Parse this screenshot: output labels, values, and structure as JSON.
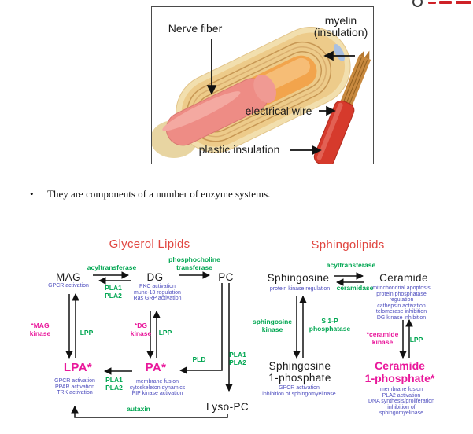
{
  "bullet": {
    "marker": "•",
    "text": "They are components of a number of enzyme systems."
  },
  "nerve_image": {
    "labels": {
      "nerve_fiber": "Nerve fiber",
      "myelin": "myelin\n(insulation)",
      "electrical_wire": "electrical wire",
      "plastic_insulation": "plastic insulation"
    }
  },
  "diagram": {
    "glycerol": {
      "title": "Glycerol Lipids",
      "nodes": {
        "mag": "MAG",
        "dg": "DG",
        "pc": "PC",
        "lpa": "LPA*",
        "pa": "PA*",
        "lyso_pc": "Lyso-PC"
      },
      "enzymes": {
        "acyltransferase": "acyltransferase",
        "pla_mag_dg": "PLA1\nPLA2",
        "phosphocholine_transferase": "phosphocholine\ntransferase",
        "mag_kinase": "*MAG\nkinase",
        "lpp_mag": "LPP",
        "dg_kinase": "*DG\nkinase",
        "lpp_dg": "LPP",
        "pld": "PLD",
        "pla_pc": "PLA1\nPLA2",
        "pla_pa_lpa": "PLA1\nPLA2",
        "autaxin": "autaxin"
      },
      "functions": {
        "mag": "GPCR activation",
        "dg": "PKC activation\nmunc-13 regulation\nRas GRP activation",
        "lpa": "GPCR activation\nPPAR activation\nTRK activation",
        "pa": "membrane fusion\ncytoskeleton dynamics\nPIP kinase activation"
      }
    },
    "sphingo": {
      "title": "Sphingolipids",
      "nodes": {
        "sphingosine": "Sphingosine",
        "ceramide": "Ceramide",
        "s1p": "Sphingosine\n1-phosphate",
        "c1p": "Ceramide\n1-phosphate*"
      },
      "enzymes": {
        "acyltransferase": "acyltransferase",
        "ceramidase": "ceramidase",
        "sphingosine_kinase": "sphingosine\nkinase",
        "s1p_phosphatase": "S 1-P\nphosphatase",
        "ceramide_kinase": "*ceramide\nkinase",
        "lpp": "LPP"
      },
      "functions": {
        "sphingosine": "protein kinase regulation",
        "ceramide": "mitochondrial apoptosis\nprotein phosphatase regulation\ncathepsin activation\ntelomerase inhibition\nDG kinase inhibition",
        "s1p": "GPCR activation\ninhibition of sphingomyelinase",
        "c1p": "membrane fusion\nPLA2 activation\nDNA synthesis/proliferation\ninhibition of sphingomyelinase"
      }
    },
    "colors": {
      "title_red": "#e0453f",
      "enzyme_green": "#00a651",
      "kinase_magenta": "#e9189b",
      "function_blue": "#4d4dbe",
      "node_black": "#1a1a1a"
    }
  }
}
